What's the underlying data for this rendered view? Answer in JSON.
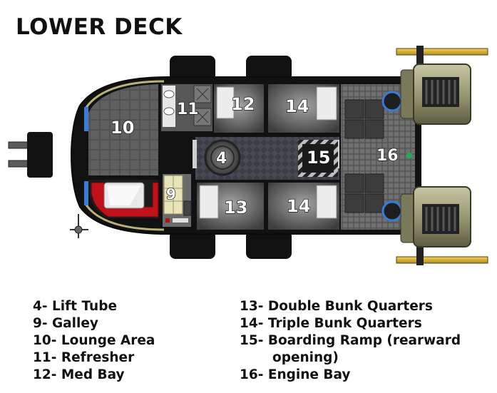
{
  "title": "LOWER DECK",
  "rooms": {
    "lift_tube": "4",
    "galley": "9",
    "lounge": "10",
    "refresher": "11",
    "med_bay": "12",
    "double_bunk": "13",
    "triple_bunk_fore": "14",
    "triple_bunk_aft": "14",
    "boarding_ramp": "15",
    "engine_bay": "16"
  },
  "legend": {
    "left": [
      "4- Lift Tube",
      "9- Galley",
      "10- Lounge Area",
      "11- Refresher",
      "12- Med Bay"
    ],
    "right": [
      "13- Double Bunk Quarters",
      "14- Triple Bunk Quarters",
      "15- Boarding Ramp (rearward",
      "opening)",
      "16- Engine Bay"
    ]
  }
}
